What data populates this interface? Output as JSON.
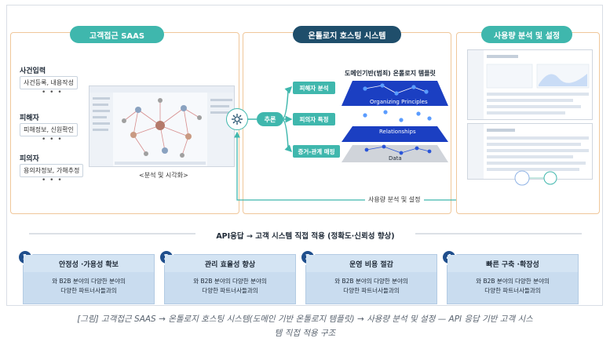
{
  "sections": {
    "left_title": "고객접근 SAAS",
    "middle_title": "온톨로지 호스팅 시스템",
    "right_title": "사용량 분석 및 설정"
  },
  "left": {
    "groups": [
      {
        "title": "사건입력",
        "chip": "사건등록, 내용작성",
        "dots": "• • •"
      },
      {
        "title": "피해자",
        "chip": "피해정보, 신원확인",
        "dots": "• • •"
      },
      {
        "title": "피의자",
        "chip": "용의자정보, 가해추정",
        "dots": "• • •"
      }
    ],
    "screenshot_caption": "<분석 및 시각화>"
  },
  "middle": {
    "infer_label": "추론",
    "analysis_boxes": [
      "피해자 분석",
      "피의자 특정",
      "증거-관계 매핑"
    ],
    "template_title": "도메인기반(범죄) 온톨로지 템플릿",
    "layers": [
      "Organizing Principles",
      "Relationships",
      "Data"
    ]
  },
  "usage_label": "사용량 분석 및 설정",
  "bottom": {
    "title": "API응답 → 고객 시스템 직접 적용 (정확도·신뢰성 향상)",
    "cards": [
      {
        "num": "1",
        "title": "안정성 ·가용성 확보",
        "line1": "와 B2B 분야의 다양한 분야의",
        "line2": "다양한 파트너사들과의"
      },
      {
        "num": "2",
        "title": "관리 효율성 향상",
        "line1": "와 B2B 분야의 다양한 분야의",
        "line2": "다양한 파트너사들과의"
      },
      {
        "num": "3",
        "title": "운영 비용 절감",
        "line1": "와 B2B 분야의 다양한 분야의",
        "line2": "다양한 파트너사들과의"
      },
      {
        "num": "4",
        "title": "빠른 구축 ·확장성",
        "line1": "와 B2B 분야의 다양한 분야의",
        "line2": "다양한 파트너사들과의"
      }
    ]
  },
  "caption_line1": "[그림] 고객접근 SAAS → 온톨로지 호스팅 시스템(도메인 기반 온톨로지 템플릿) → 사용량 분석 및 설정 — API 응답 기반 고객 시스",
  "caption_line2": "템 직접 적용 구조",
  "colors": {
    "teal": "#3fb7ad",
    "navy": "#1f4e6b",
    "panel_border": "#f0c79a",
    "card_bg": "#c9dcef",
    "num_blue": "#1f4e8c"
  }
}
